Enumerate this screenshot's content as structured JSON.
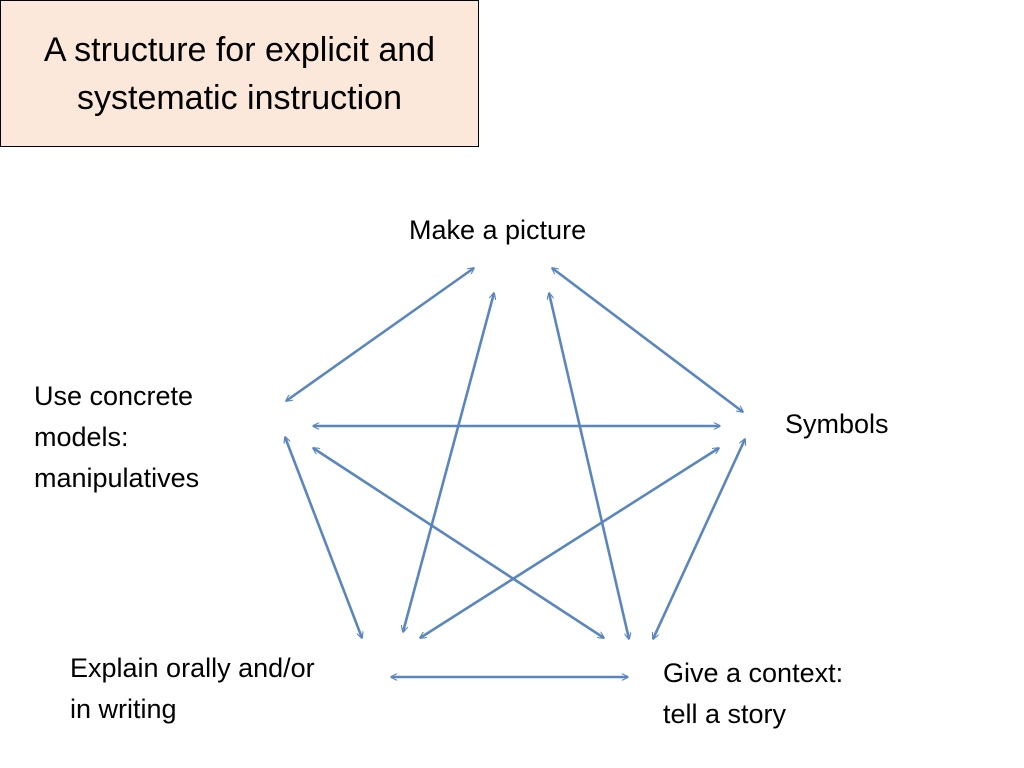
{
  "slide": {
    "title_line1": "A structure for explicit and",
    "title_line2": "systematic instruction",
    "title_bg": "#fce8db"
  },
  "diagram": {
    "nodes": {
      "picture": "Make a picture",
      "concrete": [
        "Use concrete",
        "models:",
        "manipulatives"
      ],
      "symbols": "Symbols",
      "explain": [
        "Explain orally and/or",
        "in writing"
      ],
      "context": [
        "Give a context:",
        "tell a story"
      ]
    },
    "edges": [
      [
        "picture",
        "concrete"
      ],
      [
        "picture",
        "symbols"
      ],
      [
        "picture",
        "explain"
      ],
      [
        "picture",
        "context"
      ],
      [
        "concrete",
        "symbols"
      ],
      [
        "concrete",
        "explain"
      ],
      [
        "concrete",
        "context"
      ],
      [
        "symbols",
        "explain"
      ],
      [
        "symbols",
        "context"
      ],
      [
        "explain",
        "context"
      ]
    ],
    "arrow_color": "#5a86bf"
  }
}
